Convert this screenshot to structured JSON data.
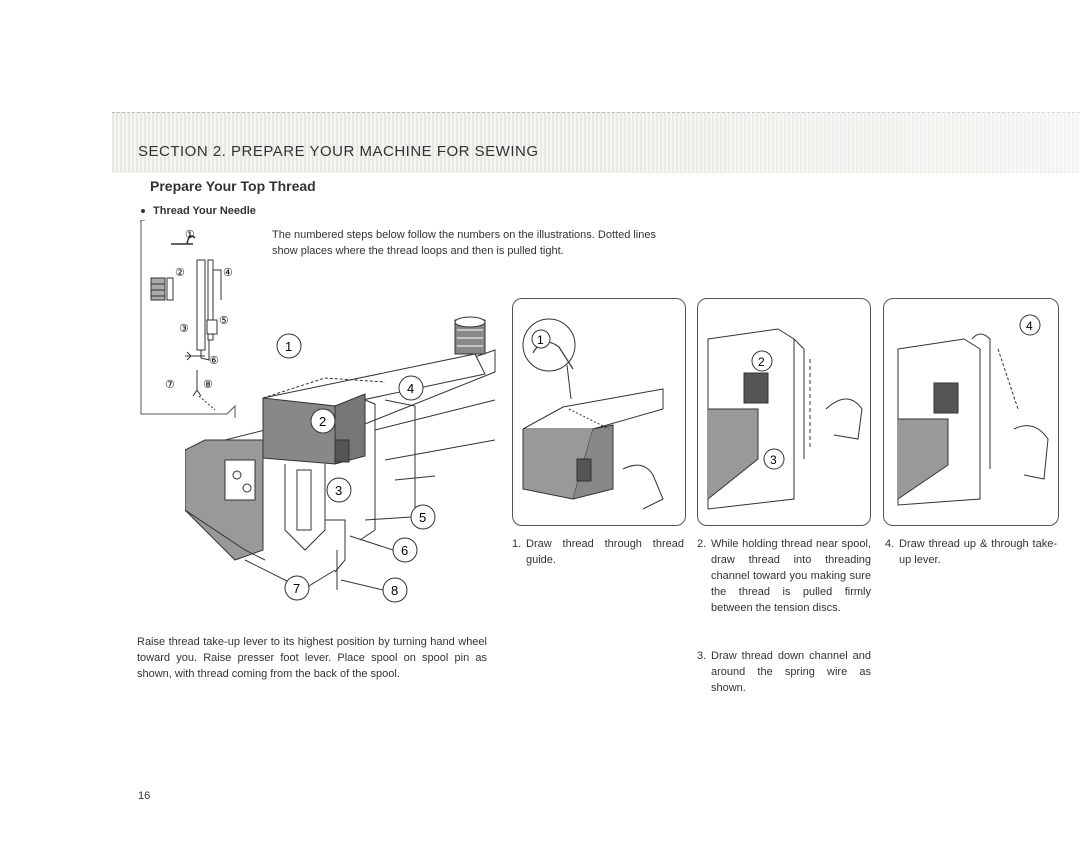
{
  "header": {
    "section_title": "SECTION 2.  PREPARE YOUR MACHINE FOR SEWING",
    "subtitle": "Prepare Your Top Thread",
    "subsection": "Thread Your Needle"
  },
  "intro_text": "The numbered steps below follow the numbers on the illustrations. Dotted lines show places where the thread loops and then is pulled tight.",
  "main_illustration": {
    "callouts": [
      "1",
      "2",
      "3",
      "4",
      "5",
      "6",
      "7",
      "8"
    ]
  },
  "small_diagram": {
    "callouts": [
      "①",
      "②",
      "③",
      "④",
      "⑤",
      "⑥",
      "⑦",
      "⑧"
    ]
  },
  "steps": [
    {
      "num": "1.",
      "text": "Draw thread through thread guide.",
      "callout": "1"
    },
    {
      "num": "2.",
      "text": "While holding thread near spool, draw thread into threading channel toward you making sure the thread is pulled firmly between the tension discs.",
      "callout": "2"
    },
    {
      "num": "3.",
      "text": "Draw thread down channel and around the spring wire as shown.",
      "callout": "3"
    },
    {
      "num": "4.",
      "text": "Draw thread up & through take-up lever.",
      "callout": "4"
    }
  ],
  "body_text": "Raise thread take-up lever to its highest position by turning hand wheel toward you. Raise presser foot lever. Place spool on spool pin as shown, with thread coming from the back of the spool.",
  "page_number": "16"
}
